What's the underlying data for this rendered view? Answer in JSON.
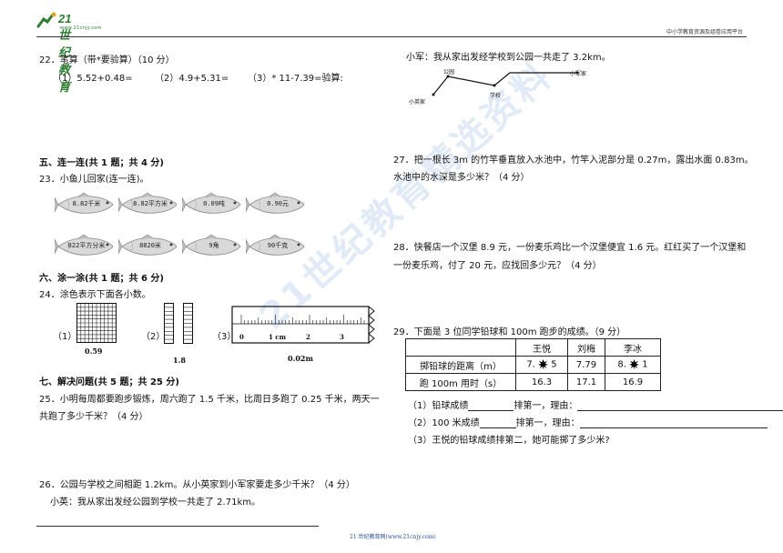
{
  "header": {
    "logo_text": "21世纪教育",
    "logo_sub": "www.21cnjy.com",
    "right_text": "中小学教育资源及组卷应用平台"
  },
  "watermark": "21世纪教育精选资料",
  "left": {
    "q22": {
      "title": "22．笔算（带*要验算）（10 分）",
      "items": [
        "（1）5.52+0.48=",
        "（2）4.9+5.31=",
        "（3）*  11-7.39=验算:"
      ]
    },
    "sec5": "五、连一连(共 1 题；共 4 分)",
    "q23": {
      "title": "23．小鱼儿回家(连一连)。",
      "fish_top": [
        "8.82千米",
        "8.82平方米",
        "0.09吨",
        "0.90元"
      ],
      "fish_bottom": [
        "822平方分米",
        "8820米",
        "9角",
        "90千克"
      ]
    },
    "sec6": "六、涂一涂(共 1 题；共 6 分)",
    "q24": {
      "title": "24．涂色表示下面各小数。",
      "labels": [
        "（1）",
        "（2）",
        "（3）"
      ],
      "values": [
        "0.59",
        "1.8",
        "0.02m"
      ],
      "ruler_ticks": [
        "0",
        "1 cm",
        "2",
        "3"
      ]
    },
    "sec7": "七、解决问题(共 5 题；共 25 分)",
    "q25": {
      "line1": "25．小明每周都要跑步锻炼，周六跑了 1.5 千米，比周日多跑了 0.25 千米，两天一",
      "line2": "共跑了多少千米？（4 分）"
    },
    "q26": {
      "title": "26．公园与学校之间相距 1.2km。从小英家到小军家要走多少千米？（4 分）",
      "sub": "小英：我从家出发经公园到学校一共走了 2.71km。"
    }
  },
  "right": {
    "q26_cont": {
      "text": "小军：我从家出发经学校到公园一共走了 3.2km。",
      "map_labels": [
        "公园",
        "小军家",
        "学校",
        "小英家"
      ]
    },
    "q27": {
      "line1": "27．把一根长 3m 的竹竿垂直放入水池中，竹竿入泥部分是 0.27m，露出水面 0.83m。",
      "line2": "水池中的水深是多少米？（4 分）"
    },
    "q28": {
      "line1": "28．快餐店一个汉堡 8.9 元，一份麦乐鸡比一个汉堡便宜 1.6 元。红红买了一个汉堡和",
      "line2": "一份麦乐鸡，付了 20 元，应找回多少元？（4 分）"
    },
    "q29": {
      "title": "29．下面是 3 位同学铅球和 100m 跑步的成绩。（9 分）",
      "headers": [
        "",
        "王悦",
        "刘梅",
        "李冰"
      ],
      "rows": [
        [
          "掷铅球的距离（m）",
          "7.",
          "5",
          "7.79",
          "8.",
          "1"
        ],
        [
          "跑 100m 用时（s）",
          "16.3",
          "17.1",
          "16.9"
        ]
      ],
      "sub1_a": "（1）铅球成绩",
      "sub1_b": "排第一，理由：",
      "sub2_a": "（2）100 米成绩",
      "sub2_b": "排第一，理由：",
      "sub3": "（3）王悦的铅球成绩排第二，她可能掷了多少米?"
    }
  },
  "footer": "21 世纪教育网(www.21cnjy.com)"
}
